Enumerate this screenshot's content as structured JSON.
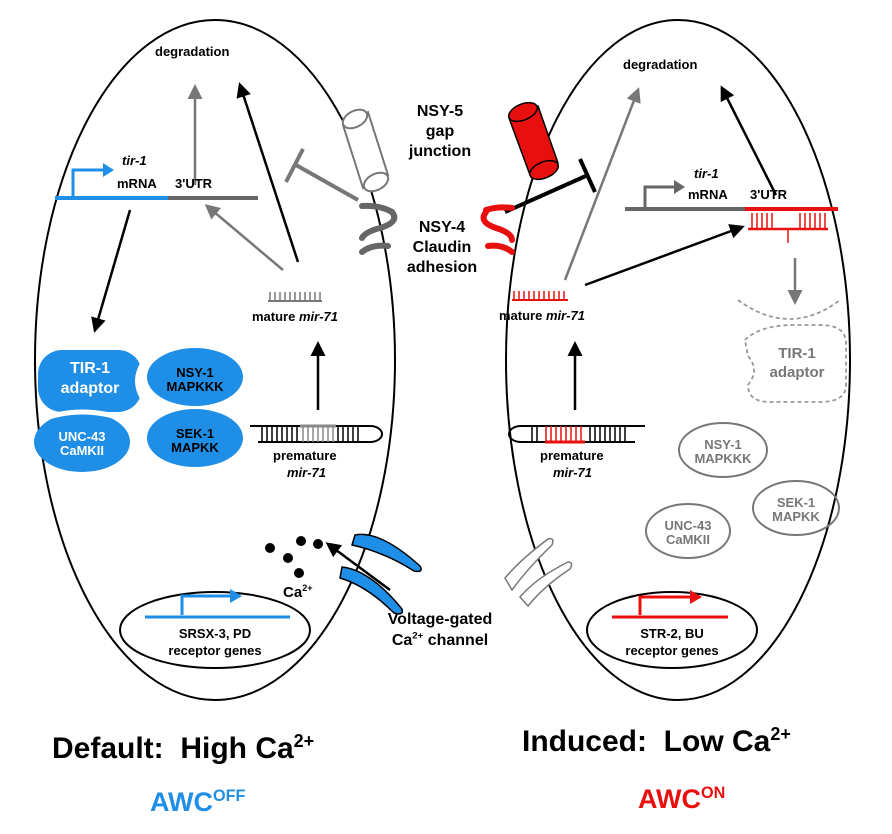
{
  "left_cell": {
    "degradation": "degradation",
    "tir1_gene": "tir-1",
    "mrna": "mRNA",
    "utr": "3'UTR",
    "mature_prefix": "mature",
    "mir": "mir-71",
    "premature": "premature",
    "tir1_adaptor": [
      "TIR-1",
      "adaptor"
    ],
    "nsy1": [
      "NSY-1",
      "MAPKKK"
    ],
    "sek1": [
      "SEK-1",
      "MAPKK"
    ],
    "unc43": [
      "UNC-43",
      "CaMKII"
    ],
    "ca_base": "Ca",
    "ca_sup": "2+",
    "receptor": [
      "SRSX-3, PD",
      "receptor genes"
    ],
    "state_prefix": "Default:  High Ca",
    "state_sup": "2+",
    "awc_base": "AWC",
    "awc_sup": "OFF",
    "color": "#1f8ee6"
  },
  "right_cell": {
    "degradation": "degradation",
    "tir1_gene": "tir-1",
    "mrna": "mRNA",
    "utr": "3'UTR",
    "mature_prefix": "mature",
    "mir": "mir-71",
    "premature": "premature",
    "tir1_adaptor": [
      "TIR-1",
      "adaptor"
    ],
    "nsy1": [
      "NSY-1",
      "MAPKKK"
    ],
    "sek1": [
      "SEK-1",
      "MAPKK"
    ],
    "unc43": [
      "UNC-43",
      "CaMKII"
    ],
    "receptor": [
      "STR-2, BU",
      "receptor genes"
    ],
    "state_prefix": "Induced:  Low Ca",
    "state_sup": "2+",
    "awc_base": "AWC",
    "awc_sup": "ON",
    "color": "#e8100e"
  },
  "center": {
    "gap_junction": [
      "NSY-5",
      "gap",
      "junction"
    ],
    "claudin": [
      "NSY-4",
      "Claudin",
      "adhesion"
    ],
    "channel_line1": "Voltage-gated",
    "channel_base": "Ca",
    "channel_sup": "2+",
    "channel_tail": " channel"
  },
  "colors": {
    "blue": "#1f8ee6",
    "red": "#e8100e",
    "gray": "#777777",
    "black": "#000000"
  }
}
